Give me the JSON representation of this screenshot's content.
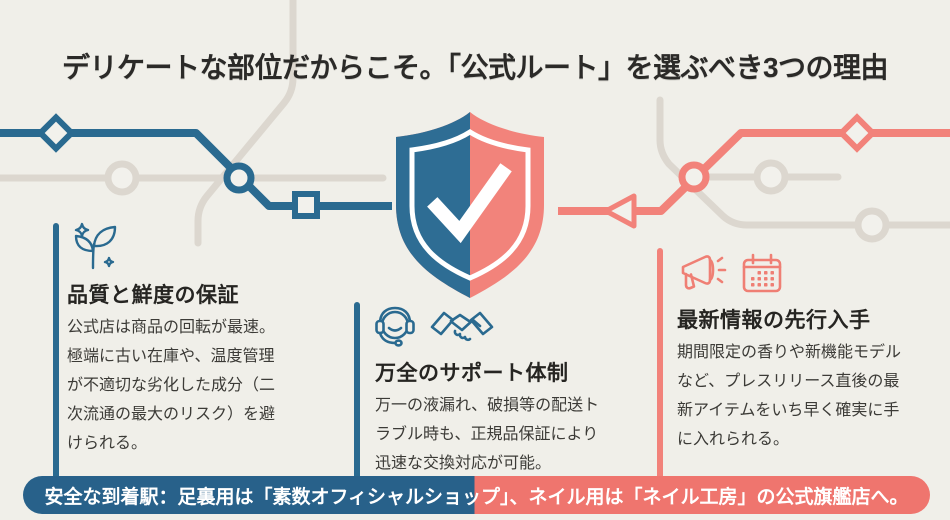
{
  "title": "デリケートな部位だからこそ。「公式ルート」を選ぶべき3つの理由",
  "colors": {
    "background": "#f0efe9",
    "blue": "#2a6a90",
    "coral": "#f2827a",
    "gray_line": "#dcd7cf",
    "footer_blue": "#28618a",
    "footer_coral": "#ef756e",
    "heading_text": "#262522",
    "body_text": "#3c3b37",
    "check_white": "#ffffff"
  },
  "center_graphic": {
    "name": "shield-check",
    "left_color": "#2e6d94",
    "right_color": "#f2837b"
  },
  "sections": [
    {
      "id": "quality",
      "accent": "#2a6a90",
      "icons": [
        "sparkle-leaf-icon"
      ],
      "title": "品質と鮮度の保証",
      "body": "公式店は商品の回転が最速。極端に古い在庫や、温度管理が不適切な劣化した成分（二次流通の最大のリスク）を避けられる。"
    },
    {
      "id": "support",
      "accent": "#2a6a90",
      "icons": [
        "headset-icon",
        "handshake-icon"
      ],
      "title": "万全のサポート体制",
      "body": "万一の液漏れ、破損等の配送トラブル時も、正規品保証により迅速な交換対応が可能。"
    },
    {
      "id": "news",
      "accent": "#f2827a",
      "icons": [
        "megaphone-icon",
        "calendar-icon"
      ],
      "title": "最新情報の先行入手",
      "body": "期間限定の香りや新機能モデルなど、プレスリリース直後の最新アイテムをいち早く確実に手に入れられる。"
    }
  ],
  "footer": {
    "text": "安全な到着駅：足裏用は「素数オフィシャルショップ」、ネイル用は「ネイル工房」の公式旗艦店へ。"
  }
}
